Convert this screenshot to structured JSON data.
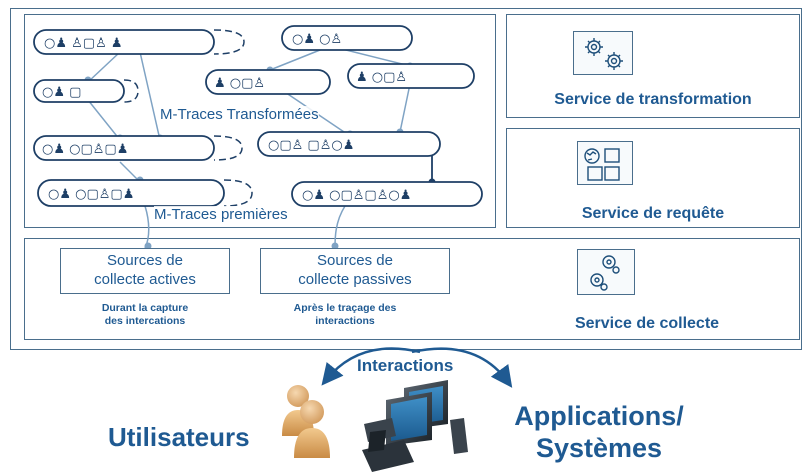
{
  "services": {
    "transformation": "Service de transformation",
    "requete": "Service de requête",
    "collecte": "Service de collecte"
  },
  "traces": {
    "transformed_label": "M-Traces Transformées",
    "raw_label": "M-Traces premières"
  },
  "sources": {
    "active": {
      "title_line1": "Sources de",
      "title_line2": "collecte actives",
      "note_line1": "Durant la capture",
      "note_line2": "des intercations"
    },
    "passive": {
      "title_line1": "Sources de",
      "title_line2": "collecte passives",
      "note_line1": "Après le traçage des",
      "note_line2": "interactions"
    }
  },
  "interactions_label": "Interactions",
  "actors": {
    "users": "Utilisateurs",
    "apps_line1": "Applications/",
    "apps_line2": "Systèmes"
  },
  "colors": {
    "border": "#4a6e8c",
    "text": "#1f5a92",
    "link": "#7fa3c4",
    "icon": "#1e4f7a"
  }
}
